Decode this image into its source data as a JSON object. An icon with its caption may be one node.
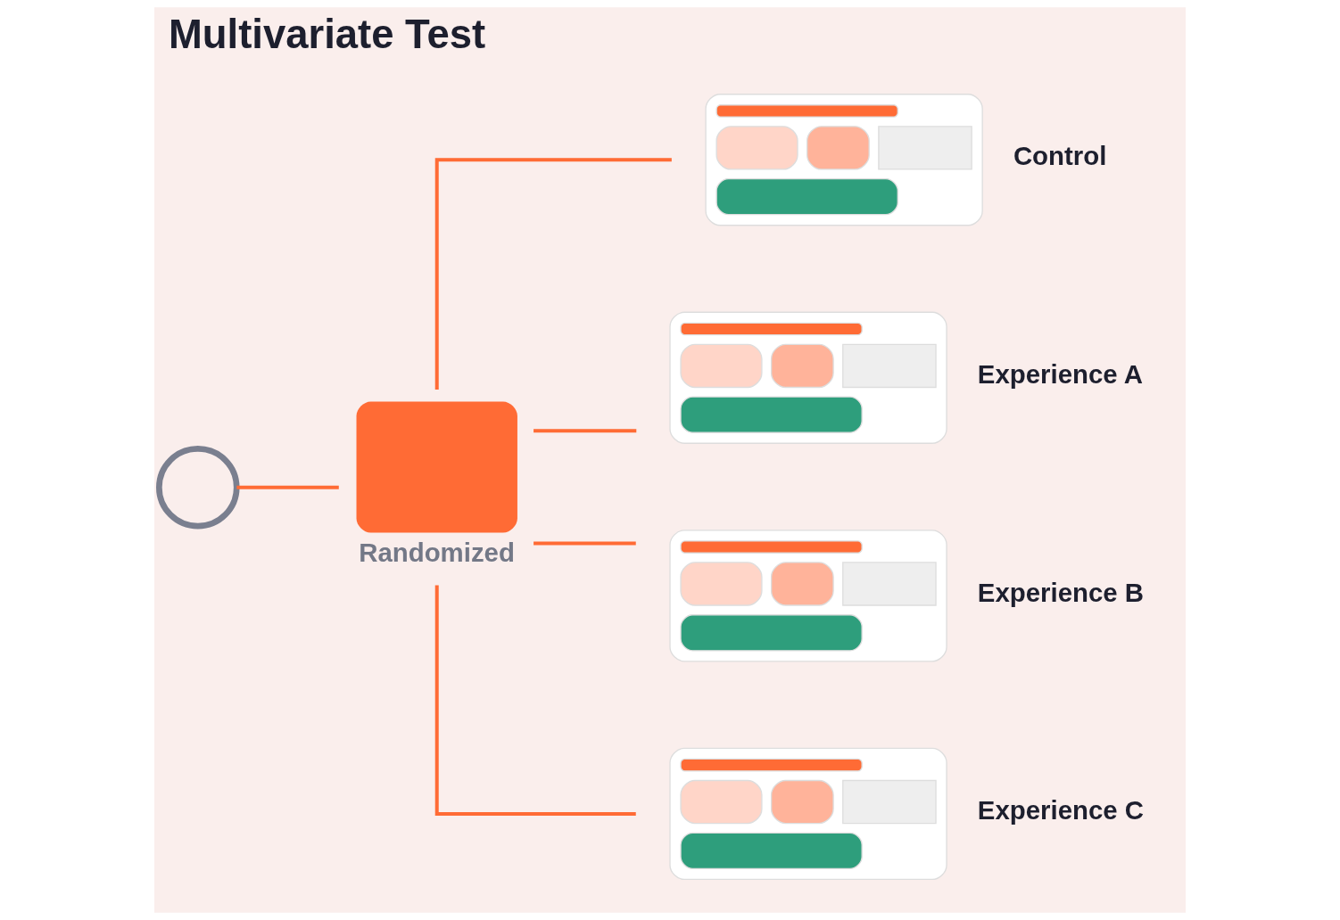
{
  "diagram": {
    "title": "Multivariate Test",
    "nodes": [
      {
        "text": [],
        "shape": "person"
      },
      {
        "text": [
          "Randomized"
        ]
      },
      {
        "text": [],
        "shape": "picture",
        "beside": [
          "Control"
        ]
      },
      {
        "text": [],
        "shape": "picture",
        "beside": [
          "Experience A"
        ]
      },
      {
        "text": [],
        "shape": "picture",
        "beside": [
          "Experience B"
        ]
      },
      {
        "text": [],
        "shape": "picture",
        "beside": [
          "Experience C"
        ]
      }
    ],
    "edges": [
      {
        "from": 0,
        "to": 1,
        "arrow": "none"
      },
      {
        "from": 1,
        "to": 2,
        "arrow": "none"
      },
      {
        "from": 1,
        "to": 3,
        "arrow": "none"
      },
      {
        "from": 1,
        "to": 4,
        "arrow": "none"
      },
      {
        "from": 1,
        "to": 5,
        "arrow": "none"
      }
    ]
  }
}
